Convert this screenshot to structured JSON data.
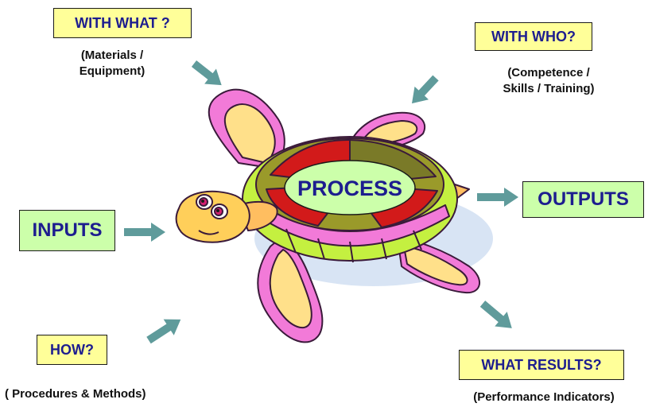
{
  "labels": {
    "with_what": "WITH WHAT ?",
    "with_who": "WITH WHO?",
    "inputs": "INPUTS",
    "outputs": "OUTPUTS",
    "how": "HOW?",
    "what_results": "WHAT RESULTS?",
    "process": "PROCESS"
  },
  "captions": {
    "with_what_line1": "(Materials /",
    "with_what_line2": "Equipment)",
    "with_who_line1": "(Competence /",
    "with_who_line2": "Skills / Training)",
    "how": "( Procedures & Methods)",
    "what_results": "(Performance Indicators)"
  },
  "colors": {
    "arrow": "#5f9b9b",
    "label_text": "#1d1d8f",
    "yellow_box": "#ffff99",
    "green_box": "#ccffaa",
    "process_ellipse": "#ccffaa"
  }
}
